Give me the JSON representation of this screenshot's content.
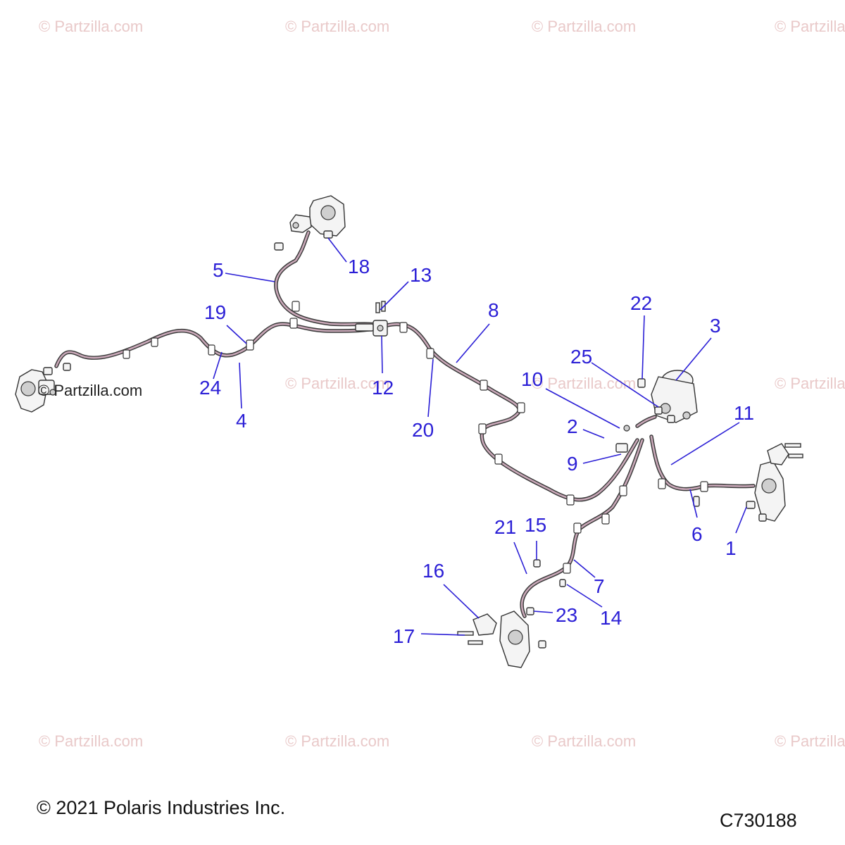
{
  "watermark": {
    "text": "© Partzilla.com",
    "feature_text": "© Partzilla.com"
  },
  "callouts": [
    {
      "id": "1",
      "label": "1"
    },
    {
      "id": "2",
      "label": "2"
    },
    {
      "id": "3",
      "label": "3"
    },
    {
      "id": "4",
      "label": "4"
    },
    {
      "id": "5",
      "label": "5"
    },
    {
      "id": "6",
      "label": "6"
    },
    {
      "id": "7",
      "label": "7"
    },
    {
      "id": "8",
      "label": "8"
    },
    {
      "id": "9",
      "label": "9"
    },
    {
      "id": "10",
      "label": "10"
    },
    {
      "id": "11",
      "label": "11"
    },
    {
      "id": "12",
      "label": "12"
    },
    {
      "id": "13",
      "label": "13"
    },
    {
      "id": "14",
      "label": "14"
    },
    {
      "id": "15",
      "label": "15"
    },
    {
      "id": "16",
      "label": "16"
    },
    {
      "id": "17",
      "label": "17"
    },
    {
      "id": "18",
      "label": "18"
    },
    {
      "id": "19",
      "label": "19"
    },
    {
      "id": "20",
      "label": "20"
    },
    {
      "id": "21",
      "label": "21"
    },
    {
      "id": "22",
      "label": "22"
    },
    {
      "id": "23",
      "label": "23"
    },
    {
      "id": "24",
      "label": "24"
    },
    {
      "id": "25",
      "label": "25"
    }
  ],
  "footer": {
    "copyright": "© 2021 Polaris Industries Inc.",
    "drawing_id": "C730188"
  },
  "colors": {
    "callout": "#2b1fd6",
    "hose_highlight": "#c9a8b8",
    "watermark": "#e9c9c9"
  }
}
